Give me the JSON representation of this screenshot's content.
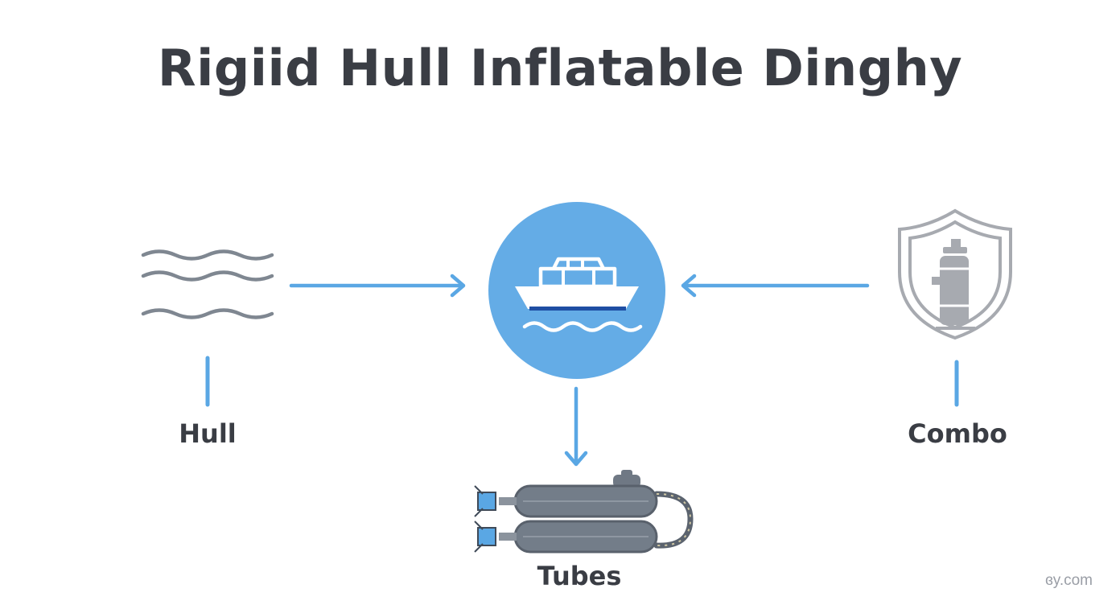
{
  "title": "Rigiid Hull Inflatable Dinghy",
  "nodes": {
    "hull": {
      "label": "Hull",
      "icon": "waves-icon"
    },
    "center": {
      "icon": "boat-icon"
    },
    "combo": {
      "label": "Combo",
      "icon": "shield-tank-icon"
    },
    "tubes": {
      "label": "Tubes",
      "icon": "inflatable-tubes-icon"
    }
  },
  "colors": {
    "accent": "#5aa7e4",
    "circle": "#64ace6",
    "boat_stripe": "#1f4ea3",
    "icon_gray": "#7f8791",
    "shield_gray": "#a7aab0",
    "title": "#3a3d44"
  },
  "watermark": "ɞy.com"
}
